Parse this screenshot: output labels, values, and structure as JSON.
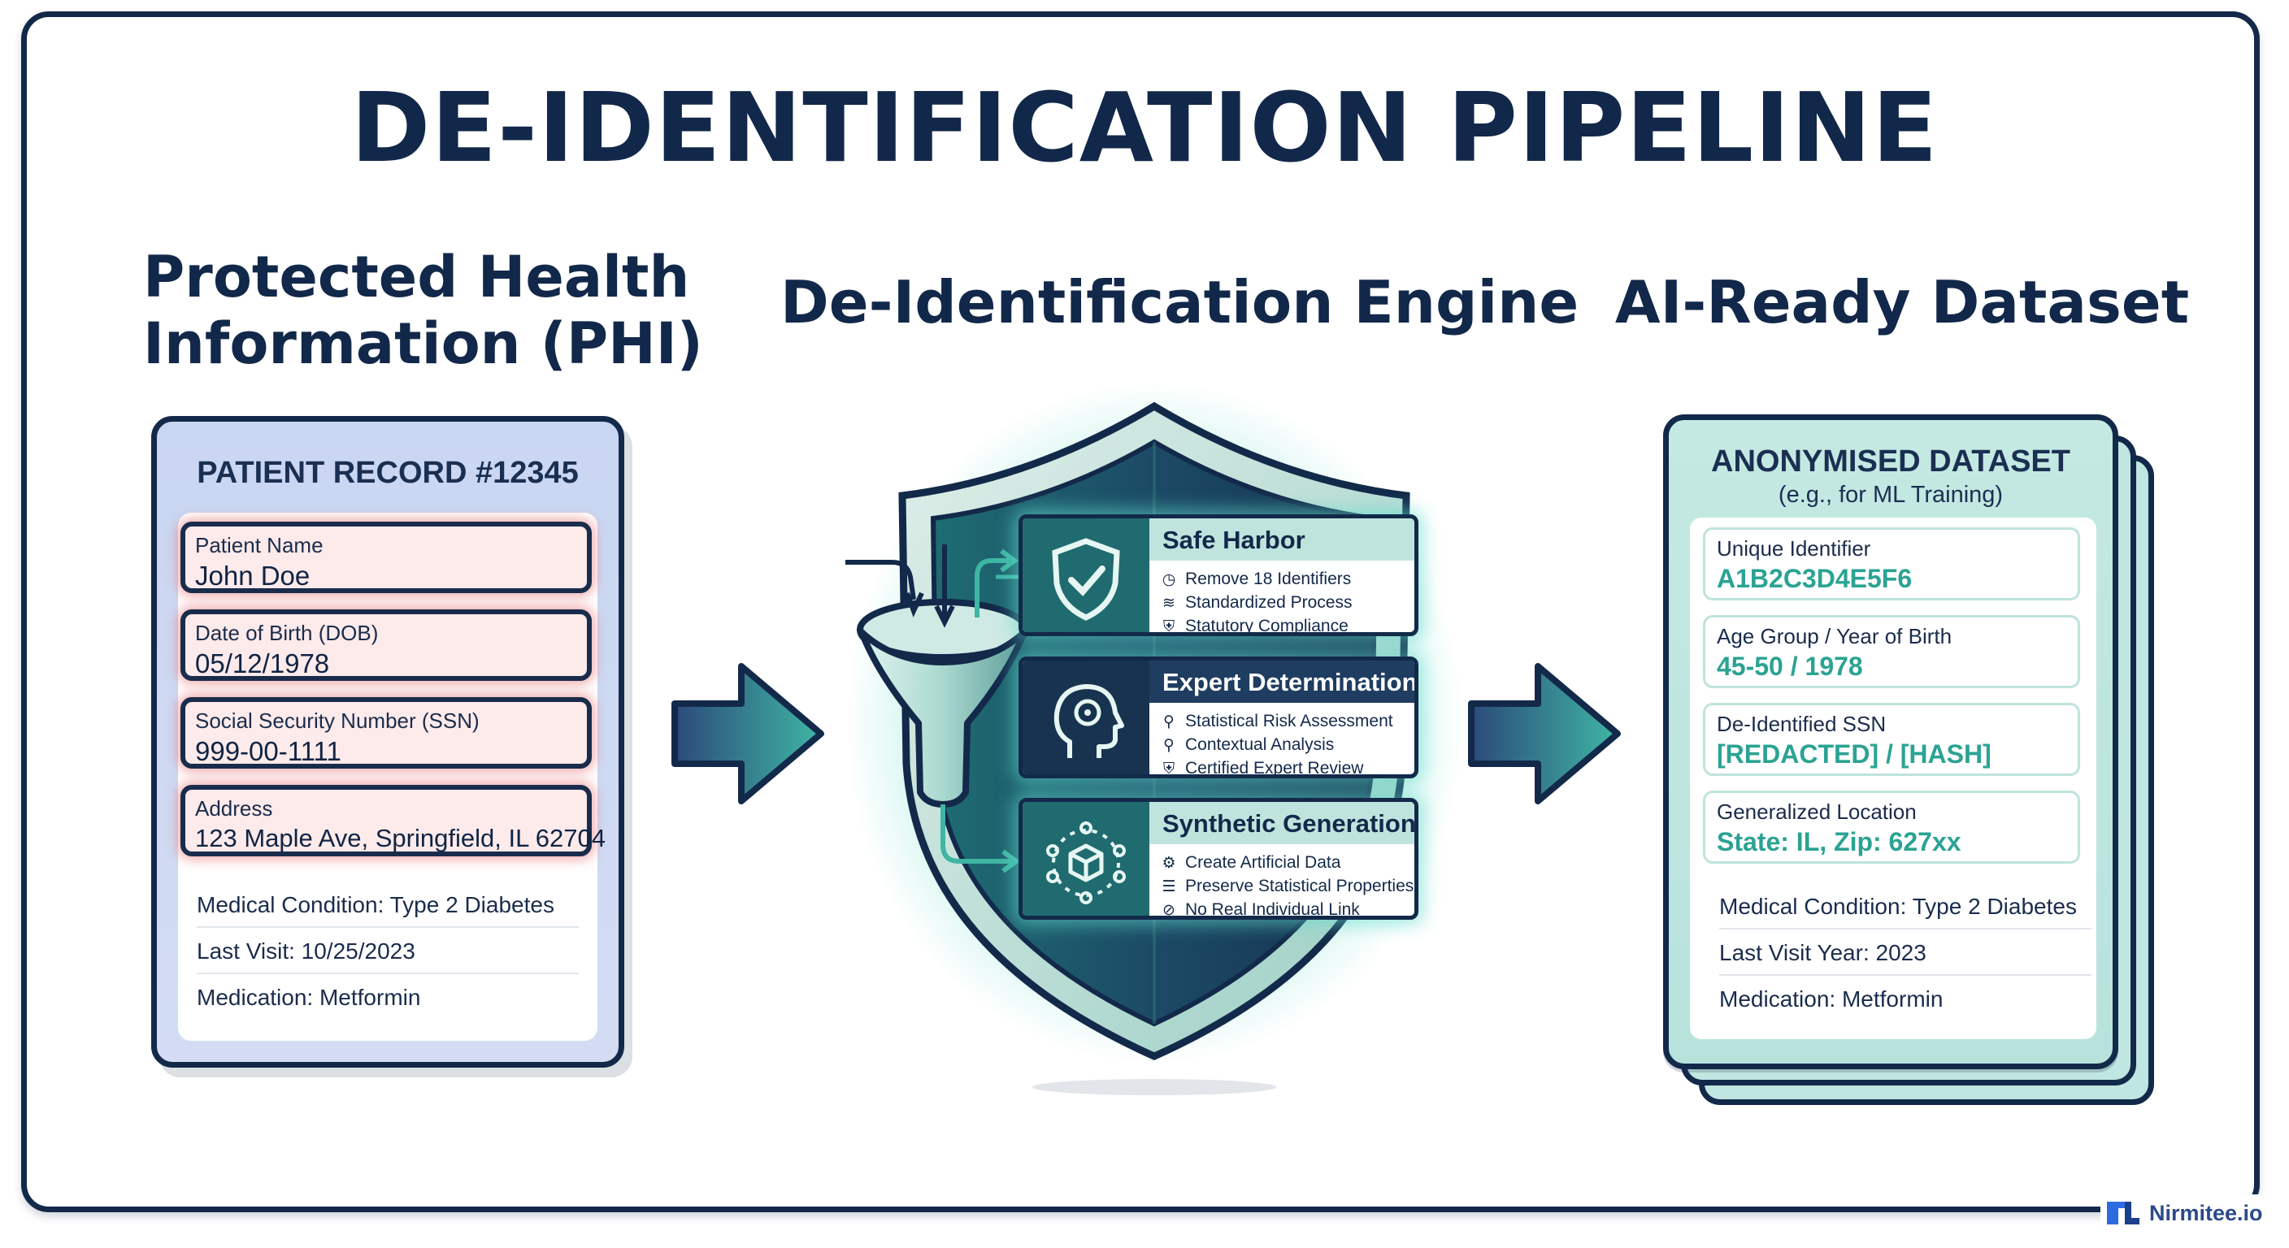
{
  "title": "DE-IDENTIFICATION PIPELINE",
  "columns": {
    "phi_line1": "Protected Health",
    "phi_line2": "Information (PHI)",
    "engine": "De-Identification Engine",
    "dataset": "AI-Ready Dataset"
  },
  "patient_record": {
    "header": "PATIENT RECORD #12345",
    "fields": [
      {
        "label": "Patient Name",
        "value": "John Doe"
      },
      {
        "label": "Date of Birth (DOB)",
        "value": "05/12/1978"
      },
      {
        "label": "Social Security Number (SSN)",
        "value": "999-00-1111"
      },
      {
        "label": "Address",
        "value": "123 Maple Ave, Springfield, IL 62704"
      }
    ],
    "rows": [
      "Medical Condition: Type 2 Diabetes",
      "Last Visit: 10/25/2023",
      "Medication: Metformin"
    ]
  },
  "engine": {
    "methods": [
      {
        "title": "Safe Harbor",
        "icon": "shield-check-icon",
        "items": [
          {
            "icon": "clock-icon",
            "text": "Remove 18 Identifiers"
          },
          {
            "icon": "stack-icon",
            "text": "Standardized Process"
          },
          {
            "icon": "shield-icon",
            "text": "Statutory Compliance"
          }
        ]
      },
      {
        "title": "Expert Determination",
        "icon": "brain-head-icon",
        "items": [
          {
            "icon": "magnifier-icon",
            "text": "Statistical Risk Assessment"
          },
          {
            "icon": "magnifier-icon",
            "text": "Contextual Analysis"
          },
          {
            "icon": "shield-check-icon",
            "text": "Certified Expert Review"
          }
        ]
      },
      {
        "title": "Synthetic Generation",
        "icon": "network-cube-icon",
        "items": [
          {
            "icon": "robot-icon",
            "text": "Create Artificial Data"
          },
          {
            "icon": "database-icon",
            "text": "Preserve Statistical Properties"
          },
          {
            "icon": "no-link-icon",
            "text": "No Real Individual Link"
          }
        ]
      }
    ]
  },
  "dataset": {
    "header": "ANONYMISED DATASET",
    "subheader": "(e.g., for ML Training)",
    "fields": [
      {
        "label": "Unique Identifier",
        "value": "A1B2C3D4E5F6"
      },
      {
        "label": "Age Group / Year of Birth",
        "value": "45-50 / 1978"
      },
      {
        "label": "De-Identified SSN",
        "value": "[REDACTED] / [HASH]"
      },
      {
        "label": "Generalized Location",
        "value": "State: IL, Zip: 627xx"
      }
    ],
    "rows": [
      "Medical Condition: Type 2 Diabetes",
      "Last Visit Year: 2023",
      "Medication: Metformin"
    ]
  },
  "brand": {
    "name": "Nirmitee.io"
  },
  "colors": {
    "navy": "#13294a",
    "teal": "#2ba393",
    "phi_card": "#c9d6f2",
    "phi_glow": "#e86c70",
    "dataset_card": "#bfe6e0"
  }
}
